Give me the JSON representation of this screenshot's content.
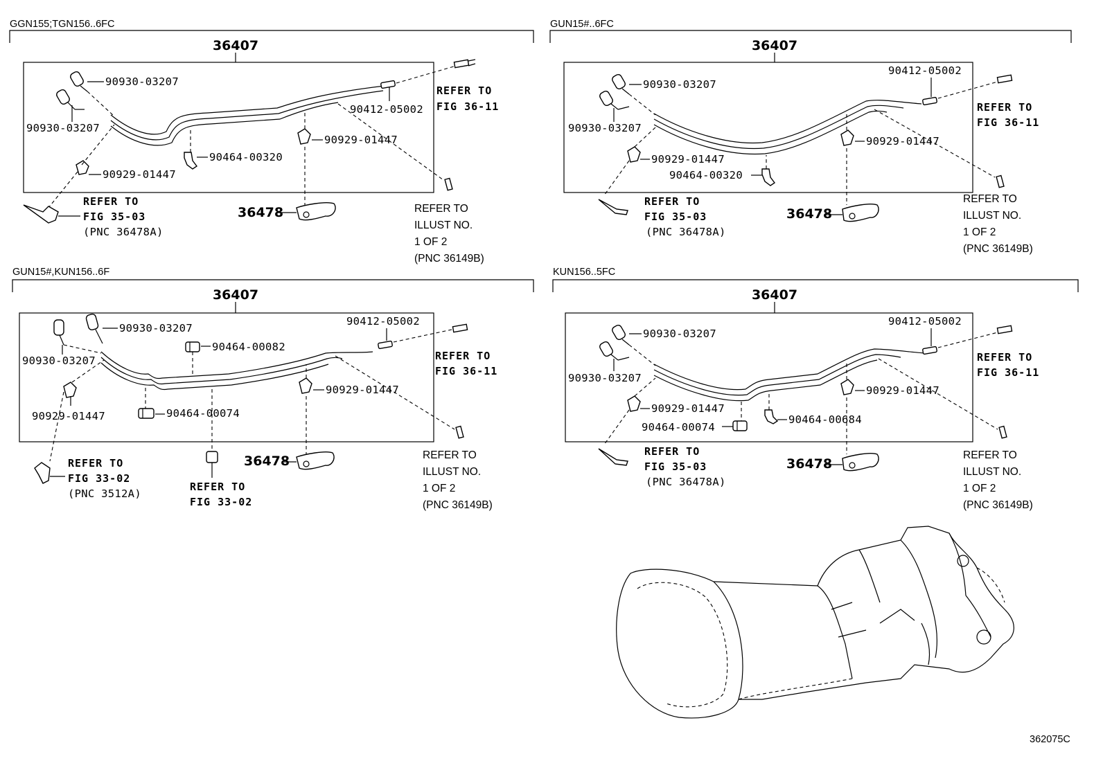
{
  "panels": [
    {
      "model": "GGN155;TGN156..6FC",
      "assembly": "36407",
      "protector": "36478",
      "labels": {
        "sensor_a": "90930-03207",
        "sensor_b": "90930-03207",
        "clamp_a": "90929-01447",
        "clamp_b": "90929-01447",
        "clip_a": "90464-00320",
        "plug": "90412-05002"
      },
      "refers": {
        "fig_line1": "REFER TO",
        "fig_line2": "FIG 36-11",
        "left_line1": "REFER TO",
        "left_line2": "FIG 35-03",
        "left_line3": "(PNC 36478A)",
        "illust_line1": "REFER TO",
        "illust_line2": "ILLUST NO.",
        "illust_line3": "1 OF 2",
        "illust_line4": "(PNC 36149B)"
      }
    },
    {
      "model": "GUN15#..6FC",
      "assembly": "36407",
      "protector": "36478",
      "labels": {
        "sensor_a": "90930-03207",
        "sensor_b": "90930-03207",
        "clamp_a": "90929-01447",
        "clamp_b": "90929-01447",
        "clip_a": "90464-00320",
        "plug": "90412-05002"
      },
      "refers": {
        "fig_line1": "REFER TO",
        "fig_line2": "FIG 36-11",
        "left_line1": "REFER TO",
        "left_line2": "FIG 35-03",
        "left_line3": "(PNC 36478A)",
        "illust_line1": "REFER TO",
        "illust_line2": "ILLUST NO.",
        "illust_line3": "1 OF 2",
        "illust_line4": "(PNC 36149B)"
      }
    },
    {
      "model": "GUN15#,KUN156..6F",
      "assembly": "36407",
      "protector": "36478",
      "labels": {
        "sensor_a": "90930-03207",
        "sensor_b": "90930-03207",
        "clamp_a": "90929-01447",
        "clamp_b": "90929-01447",
        "clip_a": "90464-00082",
        "clip_b": "90464-00074",
        "plug": "90412-05002"
      },
      "refers": {
        "fig_line1": "REFER TO",
        "fig_line2": "FIG 36-11",
        "left_line1": "REFER TO",
        "left_line2": "FIG 33-02",
        "left_line3": "(PNC 3512A)",
        "mid_line1": "REFER TO",
        "mid_line2": "FIG 33-02",
        "illust_line1": "REFER TO",
        "illust_line2": "ILLUST NO.",
        "illust_line3": "1 OF 2",
        "illust_line4": "(PNC 36149B)"
      }
    },
    {
      "model": "KUN156..5FC",
      "assembly": "36407",
      "protector": "36478",
      "labels": {
        "sensor_a": "90930-03207",
        "sensor_b": "90930-03207",
        "clamp_a": "90929-01447",
        "clamp_b": "90929-01447",
        "clip_a": "90464-00074",
        "clip_b": "90464-00684",
        "plug": "90412-05002"
      },
      "refers": {
        "fig_line1": "REFER TO",
        "fig_line2": "FIG 36-11",
        "left_line1": "REFER TO",
        "left_line2": "FIG 35-03",
        "left_line3": "(PNC 36478A)",
        "illust_line1": "REFER TO",
        "illust_line2": "ILLUST NO.",
        "illust_line3": "1 OF 2",
        "illust_line4": "(PNC 36149B)"
      }
    }
  ],
  "figure_code": "362075C"
}
